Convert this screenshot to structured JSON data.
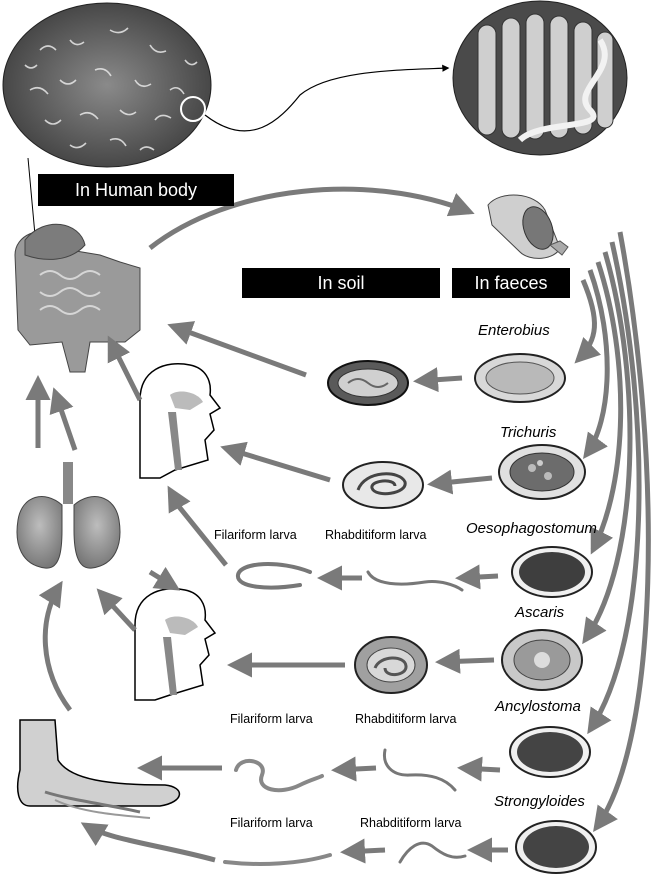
{
  "headers": {
    "human_body": "In Human body",
    "soil": "In soil",
    "faeces": "In faeces"
  },
  "parasites": {
    "enterobius": "Enterobius",
    "trichuris": "Trichuris",
    "oesophagostomum": "Oesophagostomum",
    "ascaris": "Ascaris",
    "ancylostoma": "Ancylostoma",
    "strongyloides": "Strongyloides"
  },
  "stage_labels": {
    "filariform_1": "Filariform larva",
    "rhabditiform_1": "Rhabditiform larva",
    "filariform_2": "Filariform larva",
    "rhabditiform_2": "Rhabditiform larva",
    "filariform_3": "Filariform larva",
    "rhabditiform_3": "Rhabditiform larva"
  },
  "colors": {
    "arrow": "#7a7a7a",
    "header_bg": "#000000",
    "header_text": "#ffffff",
    "egg_fill": "#d8d8d8",
    "egg_dark": "#5a5a5a"
  }
}
